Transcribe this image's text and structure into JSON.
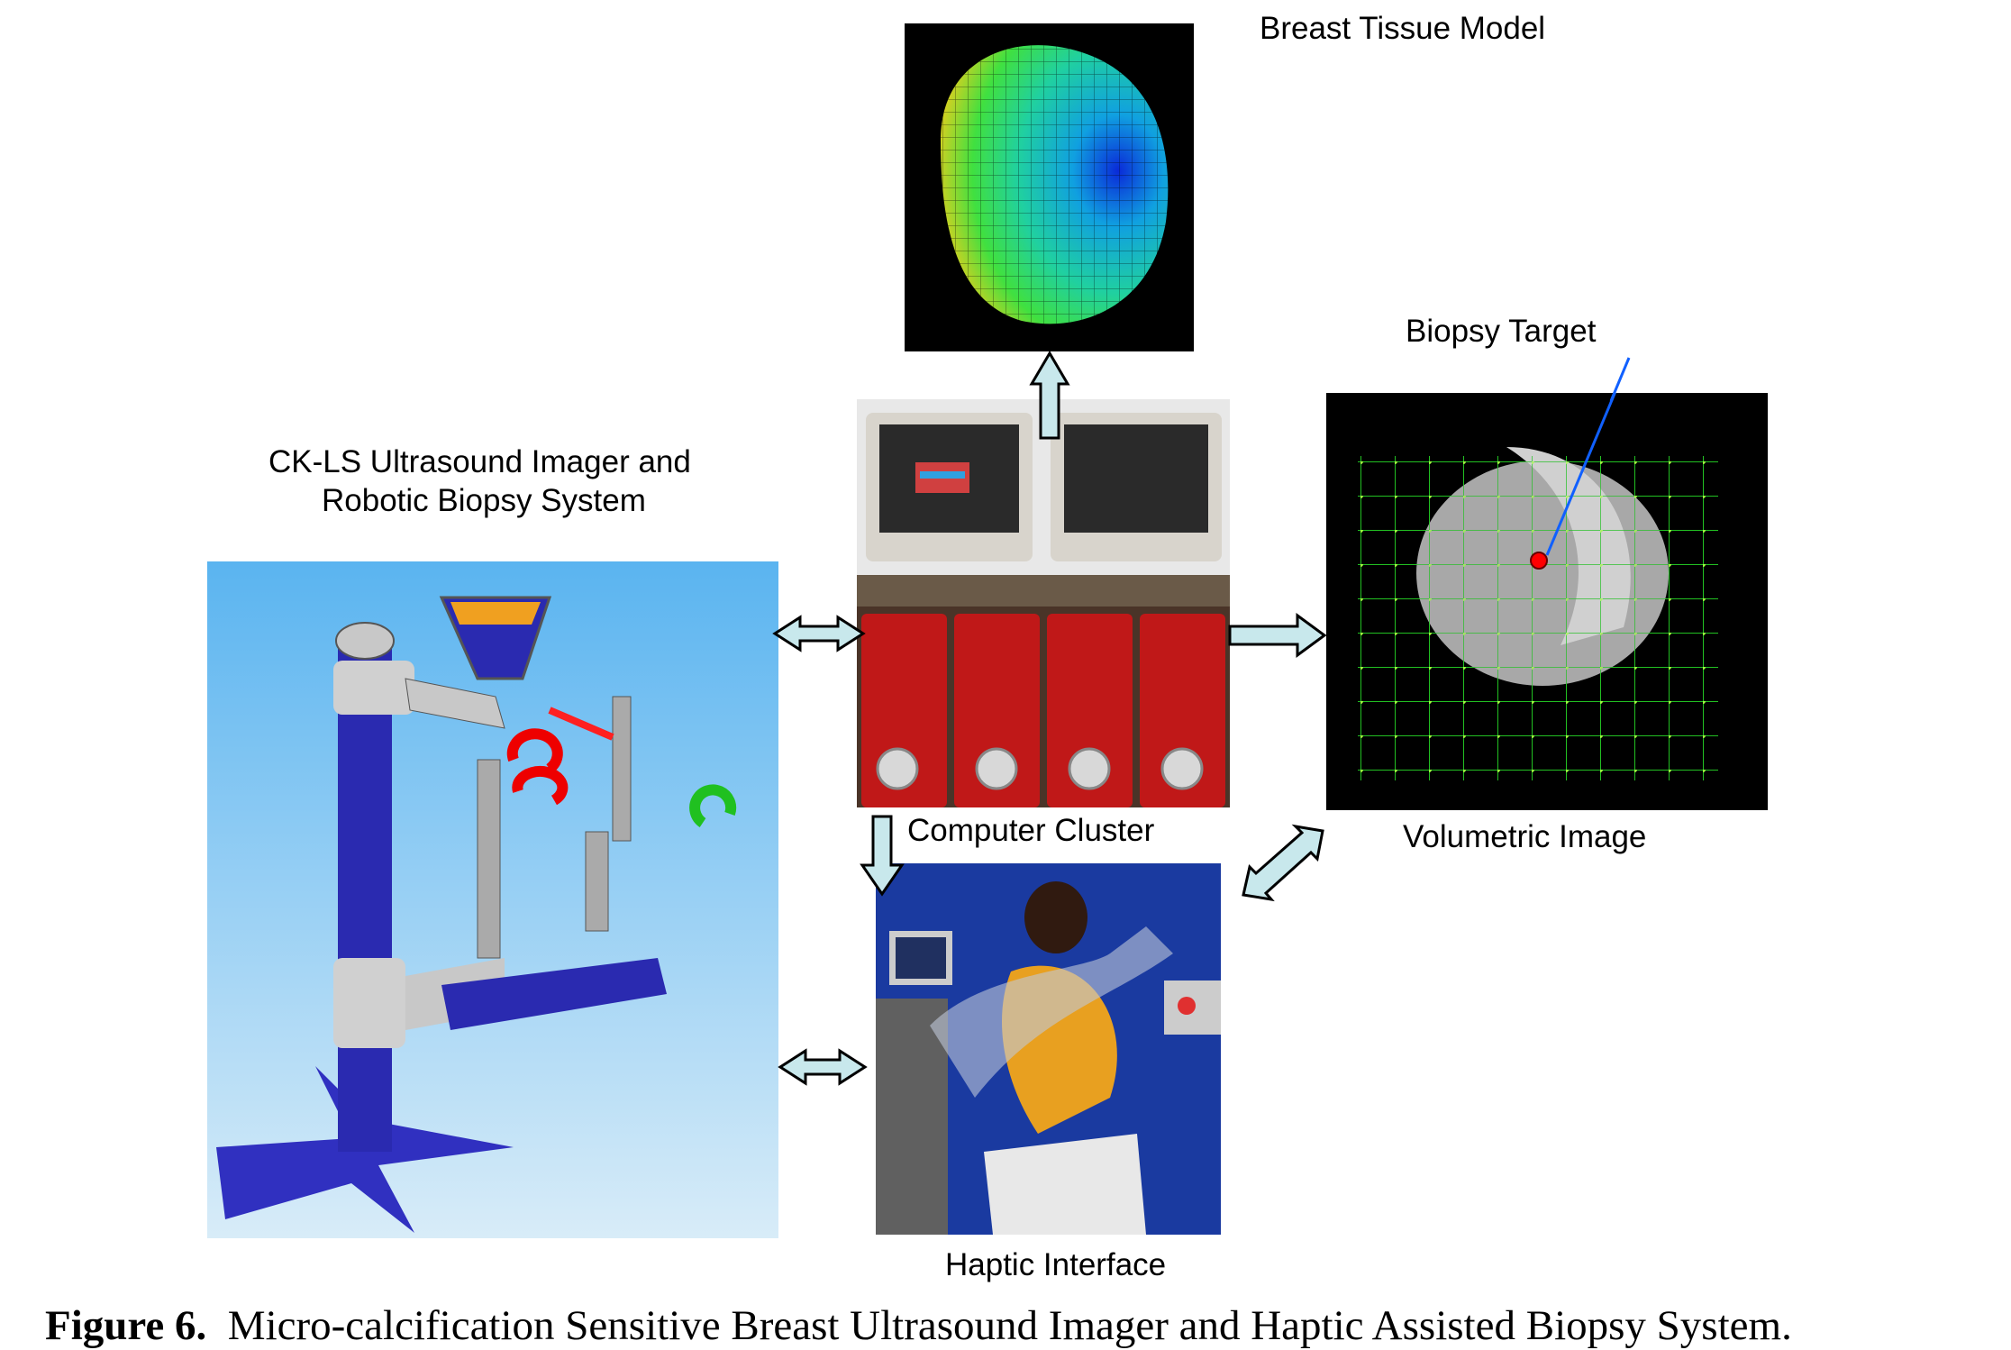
{
  "labels": {
    "breast_tissue_model": "Breast Tissue Model",
    "biopsy_target": "Biopsy Target",
    "ck_ls_line1": "CK-LS Ultrasound Imager and",
    "ck_ls_line2": "Robotic Biopsy System",
    "computer_cluster": "Computer Cluster",
    "volumetric_image": "Volumetric Image",
    "haptic_interface": "Haptic Interface"
  },
  "caption": {
    "figure_label": "Figure 6.",
    "text": "Micro-calcification Sensitive Breast Ultrasound Imager and Haptic Assisted Biopsy System."
  },
  "colors": {
    "arrow_fill": "#c8e8ec",
    "robot_bg_top": "#5ab4f0",
    "robot_bg_bottom": "#d8ecf8",
    "robot_blue": "#2a2ab0",
    "grid_green": "#22c022",
    "target_red": "#ff0000",
    "pointer_blue": "#1060ff"
  }
}
